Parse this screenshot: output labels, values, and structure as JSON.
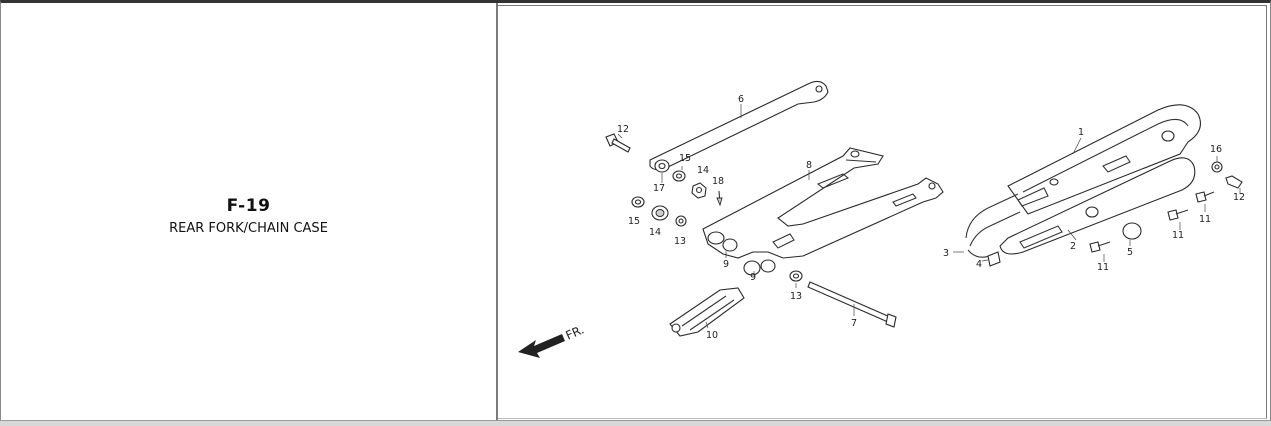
{
  "section": {
    "code": "F-19",
    "title": "REAR FORK/CHAIN CASE"
  },
  "diagram": {
    "direction_label": "FR.",
    "callouts": [
      "1",
      "2",
      "3",
      "4",
      "5",
      "6",
      "7",
      "8",
      "9",
      "9",
      "10",
      "11",
      "11",
      "11",
      "12",
      "12",
      "13",
      "13",
      "14",
      "14",
      "15",
      "15",
      "16",
      "17",
      "18"
    ]
  }
}
